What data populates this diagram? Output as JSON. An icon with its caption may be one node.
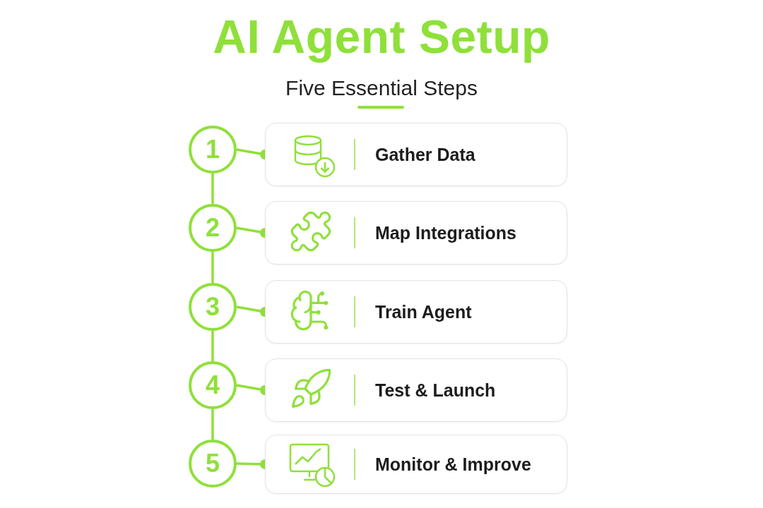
{
  "diagram": {
    "title": "AI Agent Setup",
    "caption": "Five Essential Steps",
    "nodes": [
      {
        "text": [
          "1"
        ]
      },
      {
        "text": [
          "Gather Data"
        ]
      },
      {
        "text": [
          "2"
        ]
      },
      {
        "text": [
          "Map Integrations"
        ]
      },
      {
        "text": [
          "3"
        ]
      },
      {
        "text": [
          "Train Agent"
        ]
      },
      {
        "text": [
          "4"
        ]
      },
      {
        "text": [
          "Test & Launch"
        ]
      },
      {
        "text": [
          "5"
        ]
      },
      {
        "text": [
          "Monitor & Improve"
        ]
      }
    ],
    "edges": [
      {
        "from": 0,
        "to": 1,
        "arrow": "other"
      },
      {
        "from": 0,
        "to": 2,
        "arrow": "none"
      },
      {
        "from": 2,
        "to": 3,
        "arrow": "other"
      },
      {
        "from": 2,
        "to": 4,
        "arrow": "none"
      },
      {
        "from": 4,
        "to": 5,
        "arrow": "other"
      },
      {
        "from": 4,
        "to": 6,
        "arrow": "none"
      },
      {
        "from": 6,
        "to": 7,
        "arrow": "other"
      },
      {
        "from": 6,
        "to": 8,
        "arrow": "none"
      },
      {
        "from": 8,
        "to": 9,
        "arrow": "other"
      }
    ]
  }
}
